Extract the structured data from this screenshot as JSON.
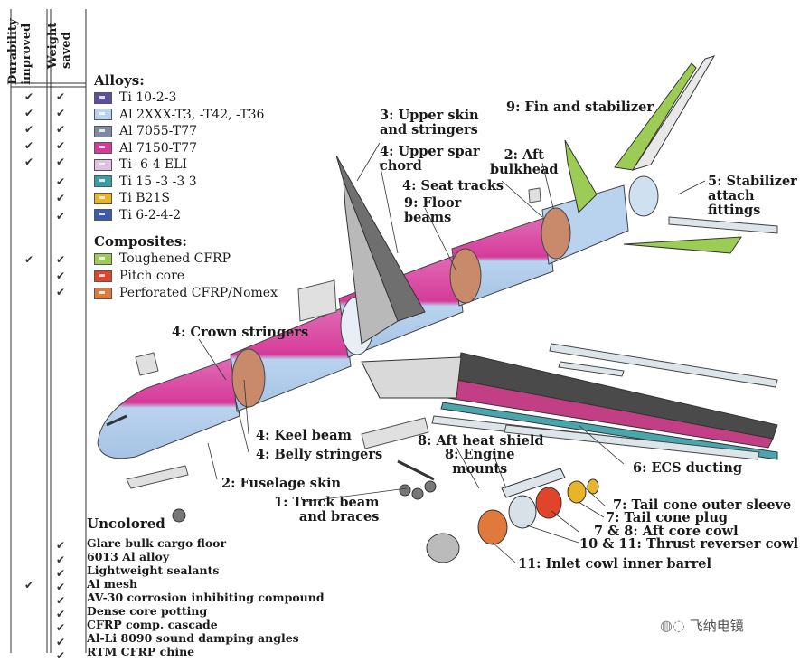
{
  "columns": {
    "durability": "Durability improved",
    "weight": "Weight saved"
  },
  "check_glyph": "✔",
  "alloys": {
    "title": "Alloys:",
    "items": [
      {
        "label": "Ti 10-2-3",
        "color": "#5b4f9e"
      },
      {
        "label": "Al 2XXX-T3, -T42, -T36",
        "color": "#b9d3ef"
      },
      {
        "label": "Al 7055-T77",
        "color": "#7e8aa0"
      },
      {
        "label": "Al 7150-T77",
        "color": "#d63b9a"
      },
      {
        "label": "Ti- 6-4 ELI",
        "color": "#e2bfe3"
      },
      {
        "label": "Ti 15 -3 -3 3",
        "color": "#3a9ea6"
      },
      {
        "label": "Ti  B21S",
        "color": "#e8b42a"
      },
      {
        "label": "Ti 6-2-4-2",
        "color": "#3d5aa8"
      }
    ]
  },
  "composites": {
    "title": "Composites:",
    "items": [
      {
        "label": "Toughened CFRP",
        "color": "#9ccc55"
      },
      {
        "label": "Pitch core",
        "color": "#e0452b"
      },
      {
        "label": "Perforated CFRP/Nomex",
        "color": "#e07a3c"
      }
    ]
  },
  "uncolored": {
    "title": "Uncolored",
    "items": [
      "Glare bulk cargo floor",
      "6013 Al alloy",
      "Lightweight sealants",
      "Al mesh",
      "AV-30 corrosion inhibiting compound",
      "Dense core potting",
      "CFRP comp. cascade",
      "Al-Li 8090 sound damping angles",
      "RTM CFRP chine"
    ]
  },
  "labels": {
    "upper_skin": "3: Upper skin\nand stringers",
    "upper_spar": "4: Upper spar\nchord",
    "seat_tracks": "4: Seat tracks",
    "floor_beams": "9: Floor\nbeams",
    "fin": "9: Fin and stabilizer",
    "aft_bulkhead": "2: Aft\nbulkhead",
    "stab_attach": "5: Stabilizer\nattach\nfittings",
    "crown": "4: Crown stringers",
    "keel": "4: Keel beam",
    "belly": "4: Belly stringers",
    "fuselage_skin": "2: Fuselage skin",
    "truck_beam": "1: Truck beam\nand braces",
    "aft_heat": "8: Aft heat shield",
    "engine_mounts": "8: Engine\nmounts",
    "ecs": "6: ECS ducting",
    "tail_sleeve": "7: Tail cone outer sleeve",
    "tail_plug": "7: Tail cone plug",
    "aft_core": "7 & 8: Aft core cowl",
    "thrust_rev": "10 & 11: Thrust reverser cowl",
    "inlet_cowl": "11: Inlet cowl inner barrel"
  },
  "watermark": "飞纳电镜"
}
